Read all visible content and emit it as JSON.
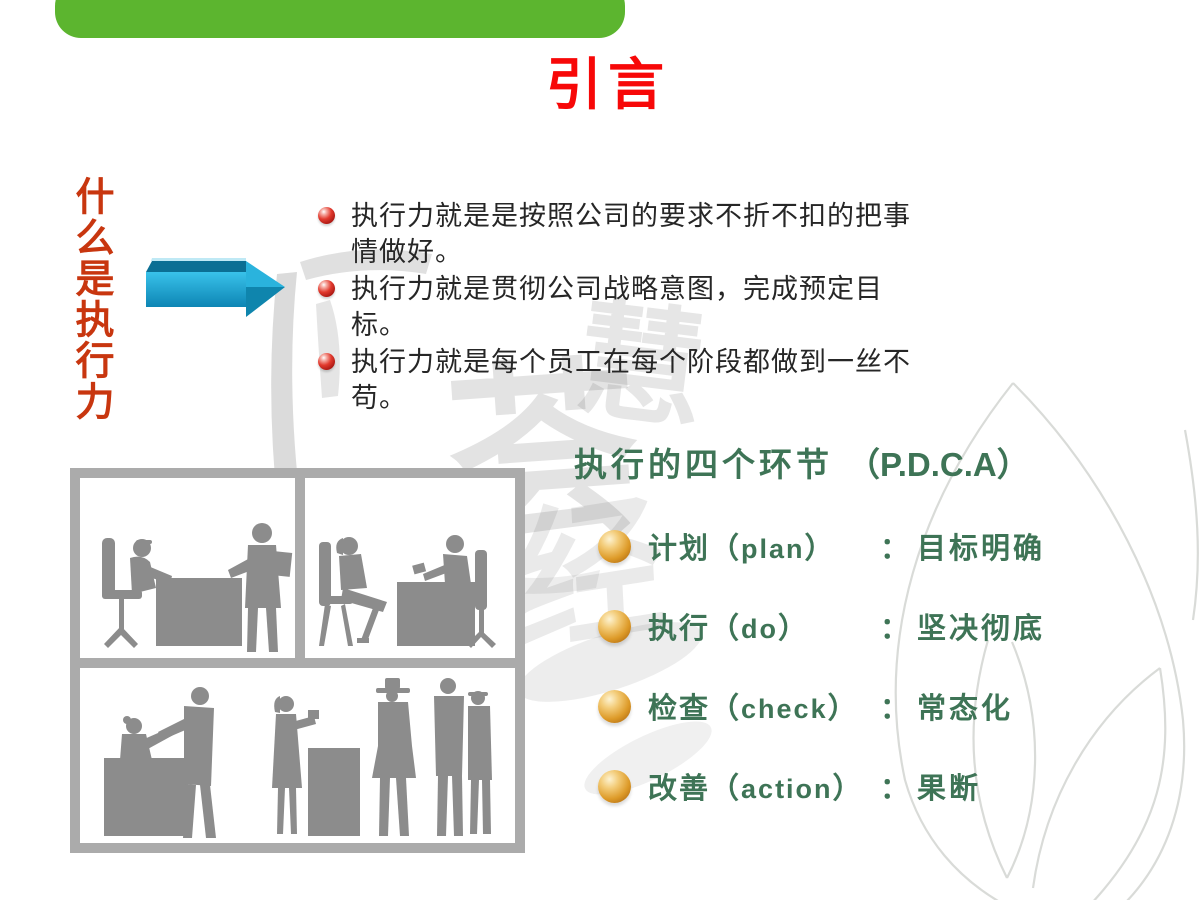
{
  "slide": {
    "title": "引言",
    "section_heading": "什么是执行力",
    "bullets": [
      "执行力就是是按照公司的要求不折不扣的把事情做好。",
      "执行力就是贯彻公司战略意图，完成预定目标。",
      "执行力就是每个员工在每个阶段都做到一丝不苟。"
    ],
    "pdca": {
      "heading_cn": "执行的四个环节",
      "paren_open": "（",
      "heading_en": "P.D.C.A",
      "paren_close": "）",
      "items": [
        {
          "label_cn": "计划",
          "label_en": "plan",
          "colon": "：",
          "desc": "目标明确"
        },
        {
          "label_cn": "执行",
          "label_en": "do",
          "colon": "：",
          "desc": "坚决彻底"
        },
        {
          "label_cn": "检查",
          "label_en": "check",
          "colon": "：",
          "desc": "常态化"
        },
        {
          "label_cn": "改善",
          "label_en": "action",
          "colon": "：",
          "desc": "果断"
        }
      ]
    },
    "watermark": {
      "chars": [
        "荟",
        "慧",
        "经"
      ]
    },
    "icons": {
      "arrow": "blue-3d-right-arrow",
      "bullet_red": "red-sphere-bullet",
      "bullet_gold": "gold-sphere-bullet",
      "photo": "office-people-silhouette-collage",
      "leaf": "leaf-outline-watermark"
    },
    "colors": {
      "top_bar_green": "#5CB52F",
      "title_red": "#F70808",
      "section_heading_red": "#C8360F",
      "pdca_green": "#3E7456",
      "arrow_blue": "#1BA7D6",
      "gold": "#DD9A28",
      "silhouette_gray": "#8C8C8C",
      "frame_gray": "#ABABAB"
    }
  }
}
